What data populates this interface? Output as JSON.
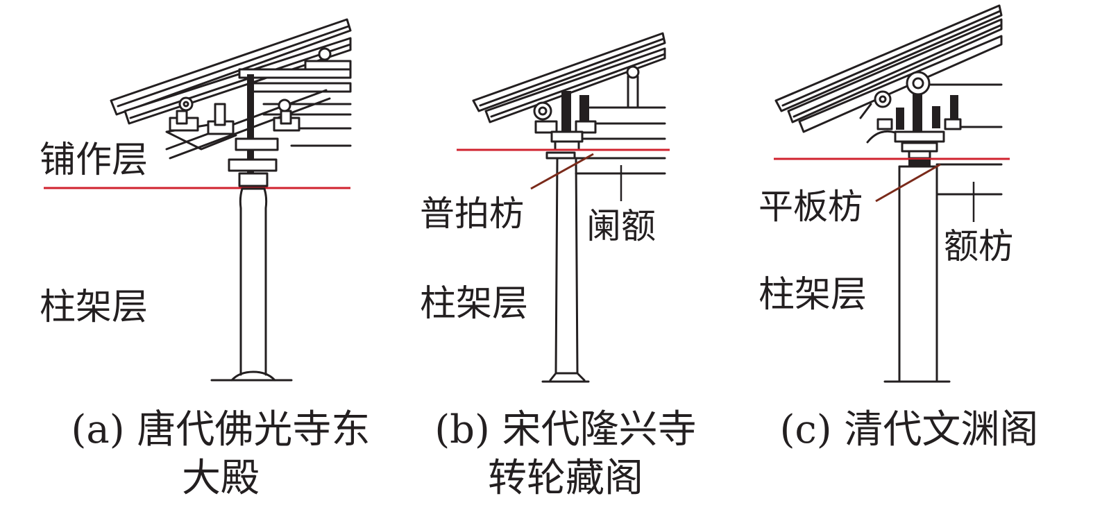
{
  "panels": [
    {
      "caption_line1": "(a) 唐代佛光寺东",
      "caption_line2": "大殿",
      "upper_layer": "铺作层",
      "lower_layer": "柱架层"
    },
    {
      "caption_line1": "(b) 宋代隆兴寺",
      "caption_line2": "转轮藏阁",
      "lower_layer": "柱架层",
      "label_left": "普拍枋",
      "label_right": "阑额"
    },
    {
      "caption_line1": "(c) 清代文渊阁",
      "lower_layer": "柱架层",
      "label_left": "平板枋",
      "label_right": "额枋"
    }
  ],
  "colors": {
    "divider_line": "#d0222e",
    "leader_line": "#7a2a1a",
    "ink": "#231f20"
  }
}
